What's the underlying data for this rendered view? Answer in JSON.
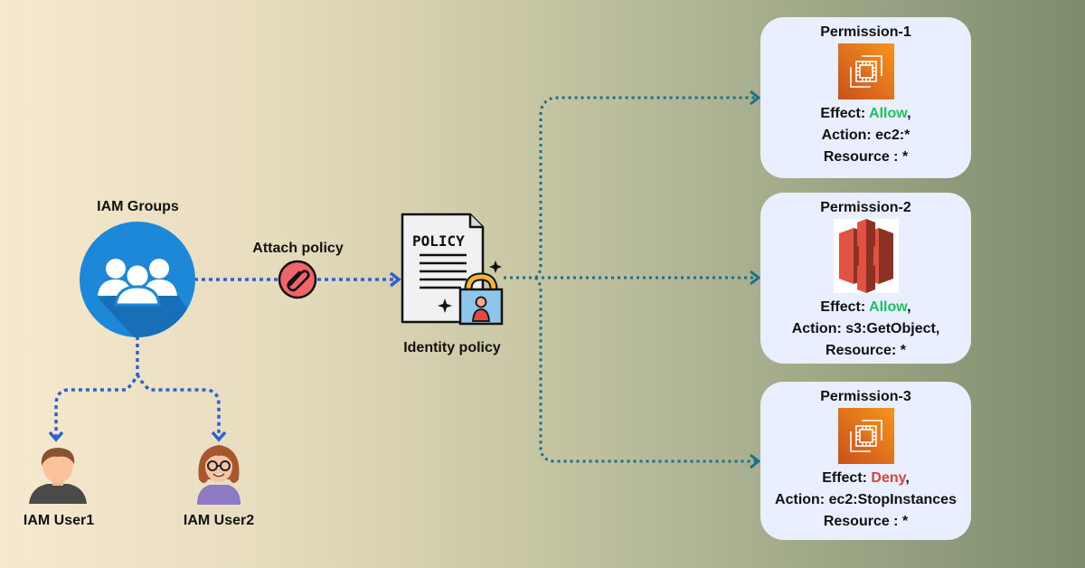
{
  "groups": {
    "label": "IAM Groups"
  },
  "attach": {
    "label": "Attach policy"
  },
  "policy": {
    "doc_label": "POLICY",
    "label": "Identity policy"
  },
  "users": [
    {
      "label": "IAM User1"
    },
    {
      "label": "IAM User2"
    }
  ],
  "permissions": [
    {
      "title": "Permission-1",
      "service_icon": "ec2-icon",
      "effect_label": "Effect: ",
      "effect": "Allow",
      "effect_suffix": ",",
      "action": "Action:  ec2:*",
      "resource": "Resource : *"
    },
    {
      "title": "Permission-2",
      "service_icon": "s3-icon",
      "effect_label": "Effect: ",
      "effect": "Allow",
      "effect_suffix": ",",
      "action": "Action: s3:GetObject,",
      "resource": "Resource:  *"
    },
    {
      "title": "Permission-3",
      "service_icon": "ec2-icon",
      "effect_label": "Effect: ",
      "effect": "Deny",
      "effect_suffix": ",",
      "action": "Action:  ec2:StopInstances",
      "resource": "Resource : *"
    }
  ],
  "colors": {
    "allow": "#1fc061",
    "deny": "#d9453a",
    "group_connector": "#2f5fd0",
    "permission_connector": "#1b6f86",
    "card_bg": "#e9efff"
  }
}
